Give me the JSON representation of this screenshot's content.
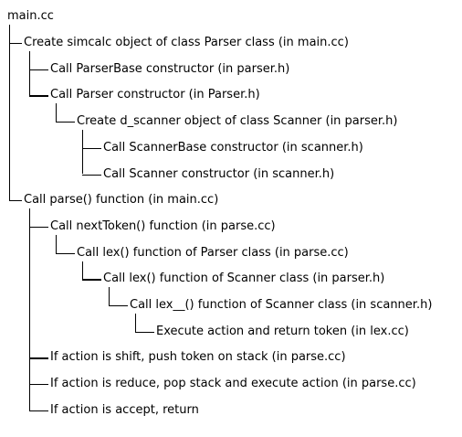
{
  "tree": {
    "root": "main.cc",
    "nodes": [
      {
        "text": "Create simcalc object of class Parser class (in  main.cc)",
        "depth": 1
      },
      {
        "text": "Call ParserBase constructor (in  parser.h)",
        "depth": 2
      },
      {
        "text": "Call Parser constructor (in  Parser.h)",
        "depth": 2
      },
      {
        "text": "Create d_scanner object of class Scanner (in  parser.h)",
        "depth": 3
      },
      {
        "text": "Call ScannerBase constructor (in  scanner.h)",
        "depth": 4
      },
      {
        "text": "Call Scanner constructor (in  scanner.h)",
        "depth": 4
      },
      {
        "text": "Call parse() function (in  main.cc)",
        "depth": 1
      },
      {
        "text": "Call nextToken() function (in  parse.cc)",
        "depth": 2
      },
      {
        "text": "Call lex() function of  Parser class  (in parse.cc)",
        "depth": 3
      },
      {
        "text": "Call lex() function of  Scanner class  (in parser.h)",
        "depth": 4
      },
      {
        "text": "Call lex__() function of  Scanner class  (in scanner.h)",
        "depth": 5
      },
      {
        "text": "Execute action and return token  (in lex.cc)",
        "depth": 6
      },
      {
        "text": "If action is shift, push token on stack  (in parse.cc)",
        "depth": 2
      },
      {
        "text": "If action is reduce, pop stack and execute action  (in parse.cc)",
        "depth": 2
      },
      {
        "text": "If action is accept, return",
        "depth": 2
      }
    ]
  }
}
